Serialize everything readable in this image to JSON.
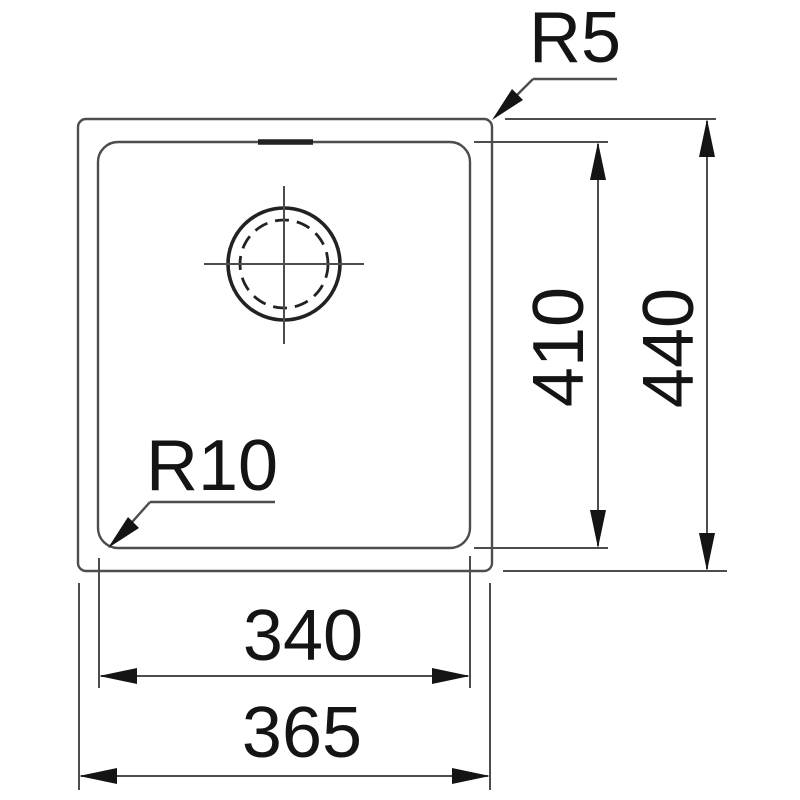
{
  "drawing": {
    "description": "Sink technical dimension drawing, top view",
    "background_color": "#ffffff",
    "line_color": "#4d4d4d",
    "dark_color": "#141414",
    "labels": {
      "outer_corner_radius": "R5",
      "bowl_corner_radius": "R10",
      "bowl_height": "410",
      "outer_height": "440",
      "bowl_width": "340",
      "outer_width": "365"
    }
  }
}
